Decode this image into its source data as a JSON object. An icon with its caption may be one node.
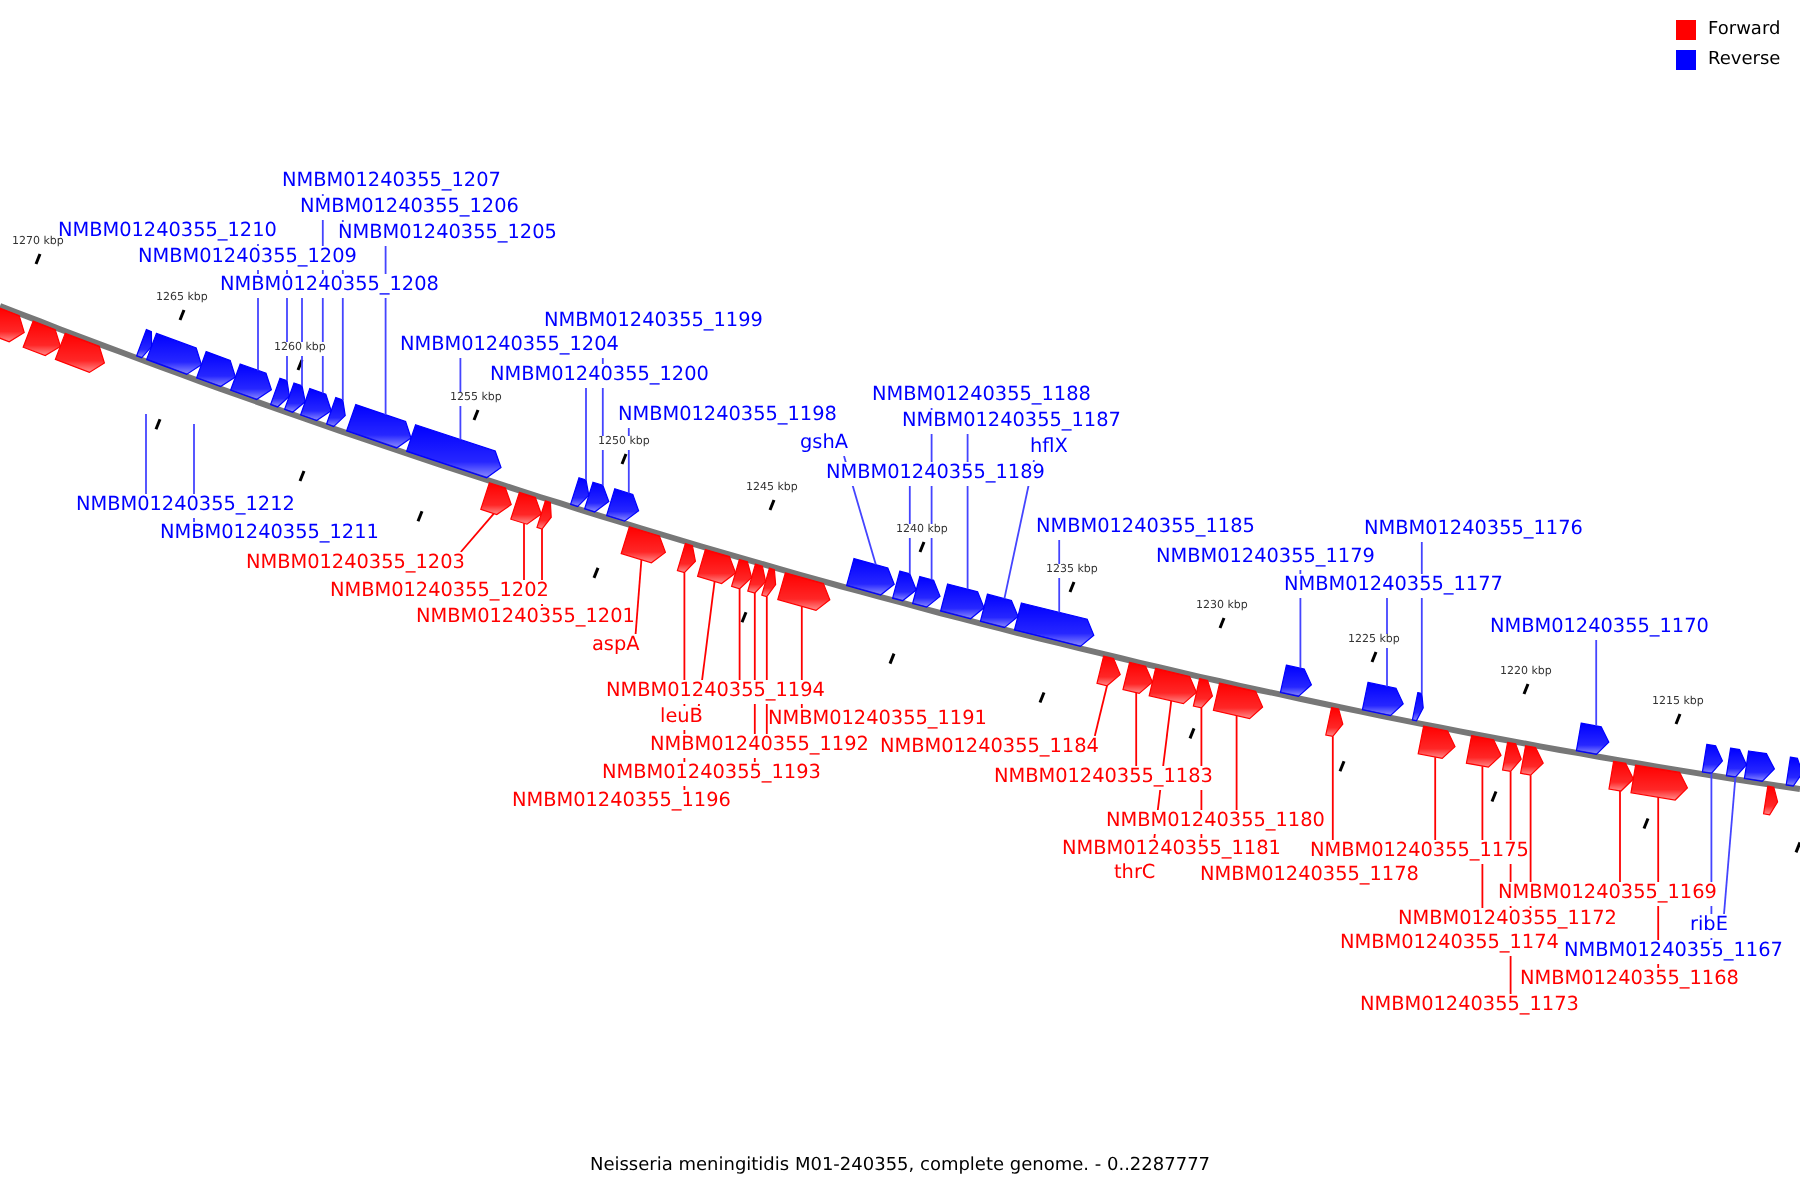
{
  "diagram": {
    "caption": "Neisseria meningitidis M01-240355, complete genome. - 0..2287777",
    "nodes": [
      {
        "text": [
          "NMBM01240355_1207"
        ]
      },
      {
        "text": [
          "NMBM01240355_1206"
        ]
      },
      {
        "text": [
          "NMBM01240355_1210"
        ]
      },
      {
        "text": [
          "NMBM01240355_1205"
        ]
      },
      {
        "text": [
          "NMBM01240355_1209"
        ]
      },
      {
        "text": [
          "NMBM01240355_1208"
        ]
      },
      {
        "text": [
          "NMBM01240355_1199"
        ]
      },
      {
        "text": [
          "NMBM01240355_1204"
        ]
      },
      {
        "text": [
          "NMBM01240355_1200"
        ]
      },
      {
        "text": [
          "NMBM01240355_1188"
        ]
      },
      {
        "text": [
          "NMBM01240355_1198"
        ]
      },
      {
        "text": [
          "NMBM01240355_1187"
        ]
      },
      {
        "text": [
          "gshA"
        ]
      },
      {
        "text": [
          "hflX"
        ]
      },
      {
        "text": [
          "NMBM01240355_1189"
        ]
      },
      {
        "text": [
          "NMBM01240355_1212"
        ]
      },
      {
        "text": [
          "NMBM01240355_1185"
        ]
      },
      {
        "text": [
          "NMBM01240355_1176"
        ]
      },
      {
        "text": [
          "NMBM01240355_1211"
        ]
      },
      {
        "text": [
          "NMBM01240355_1179"
        ]
      },
      {
        "text": [
          "NMBM01240355_1203"
        ]
      },
      {
        "text": [
          "NMBM01240355_1177"
        ]
      },
      {
        "text": [
          "NMBM01240355_1202"
        ]
      },
      {
        "text": [
          "NMBM01240355_1201"
        ]
      },
      {
        "text": [
          "NMBM01240355_1170"
        ]
      },
      {
        "text": [
          "aspA"
        ]
      },
      {
        "text": [
          "NMBM01240355_1194"
        ]
      },
      {
        "text": [
          "leuB"
        ]
      },
      {
        "text": [
          "NMBM01240355_1191"
        ]
      },
      {
        "text": [
          "NMBM01240355_1184"
        ]
      },
      {
        "text": [
          "NMBM01240355_1192"
        ]
      },
      {
        "text": [
          "NMBM01240355_1193"
        ]
      },
      {
        "text": [
          "NMBM01240355_1183"
        ]
      },
      {
        "text": [
          "NMBM01240355_1196"
        ]
      },
      {
        "text": [
          "NMBM01240355_1180"
        ]
      },
      {
        "text": [
          "NMBM01240355_1181"
        ]
      },
      {
        "text": [
          "NMBM01240355_1175"
        ]
      },
      {
        "text": [
          "NMBM01240355_1178"
        ]
      },
      {
        "text": [
          "thrC"
        ]
      },
      {
        "text": [
          "NMBM01240355_1169"
        ]
      },
      {
        "text": [
          "NMBM01240355_1172"
        ]
      },
      {
        "text": [
          "ribE"
        ]
      },
      {
        "text": [
          "NMBM01240355_1174"
        ]
      },
      {
        "text": [
          "NMBM01240355_1167"
        ]
      },
      {
        "text": [
          "NMBM01240355_1168"
        ]
      },
      {
        "text": [
          "NMBM01240355_1173"
        ]
      },
      {
        "text": [],
        "shape": "pentagon"
      },
      {
        "text": [],
        "shape": "pentagon"
      },
      {
        "text": [],
        "shape": "pentagon"
      },
      {
        "text": [],
        "shape": "pentagon"
      },
      {
        "text": [],
        "shape": "pentagon"
      },
      {
        "text": [],
        "shape": "pentagon"
      },
      {
        "text": [],
        "shape": "pentagon"
      },
      {
        "text": [],
        "shape": "pentagon"
      },
      {
        "text": [],
        "shape": "pentagon"
      },
      {
        "text": [],
        "shape": "pentagon"
      },
      {
        "text": [],
        "shape": "pentagon"
      },
      {
        "text": [],
        "shape": "pentagon"
      },
      {
        "text": [],
        "shape": "pentagon"
      },
      {
        "text": [],
        "shape": "pentagon"
      },
      {
        "text": [],
        "shape": "pentagon"
      },
      {
        "text": [],
        "shape": "pentagon"
      },
      {
        "text": [],
        "shape": "pentagon"
      },
      {
        "text": [],
        "shape": "pentagon"
      },
      {
        "text": [],
        "shape": "pentagon"
      },
      {
        "text": [],
        "shape": "pentagon"
      },
      {
        "text": [],
        "shape": "pentagon"
      },
      {
        "text": [],
        "shape": "pentagon"
      },
      {
        "text": [],
        "shape": "pentagon"
      },
      {
        "text": [],
        "shape": "pentagon"
      },
      {
        "text": [],
        "shape": "pentagon"
      },
      {
        "text": [],
        "shape": "pentagon"
      },
      {
        "text": [],
        "shape": "pentagon"
      },
      {
        "text": [],
        "shape": "pentagon"
      },
      {
        "text": [],
        "shape": "pentagon"
      },
      {
        "text": [],
        "shape": "pentagon"
      },
      {
        "text": [],
        "shape": "pentagon"
      },
      {
        "text": [],
        "shape": "pentagon"
      },
      {
        "text": [],
        "shape": "pentagon"
      },
      {
        "text": [],
        "shape": "pentagon"
      },
      {
        "text": [],
        "shape": "pentagon"
      },
      {
        "text": [],
        "shape": "pentagon"
      },
      {
        "text": [],
        "shape": "pentagon"
      },
      {
        "text": [],
        "shape": "pentagon"
      },
      {
        "text": [],
        "shape": "pentagon"
      },
      {
        "text": [],
        "shape": "pentagon"
      },
      {
        "text": [],
        "shape": "pentagon"
      },
      {
        "text": [],
        "shape": "pentagon"
      },
      {
        "text": [],
        "shape": "pentagon"
      },
      {
        "text": [],
        "shape": "pentagon"
      },
      {
        "text": [],
        "shape": "pentagon"
      },
      {
        "text": [],
        "shape": "pentagon"
      },
      {
        "text": [],
        "shape": "pentagon"
      },
      {
        "text": [],
        "shape": "pentagon"
      },
      {
        "text": [],
        "shape": "pentagon"
      },
      {
        "text": [],
        "shape": "pentagon"
      },
      {
        "text": [],
        "shape": "pentagon"
      },
      {
        "text": [],
        "shape": "pentagon"
      },
      {
        "text": [],
        "shape": "pentagon"
      }
    ],
    "edges": [
      {
        "from": 0,
        "to": 55,
        "arrow": "none"
      },
      {
        "from": 1,
        "to": 56,
        "arrow": "none"
      },
      {
        "from": 2,
        "to": 52,
        "arrow": "none"
      },
      {
        "from": 3,
        "to": 57,
        "arrow": "none"
      },
      {
        "from": 4,
        "to": 53,
        "arrow": "none"
      },
      {
        "from": 5,
        "to": 54,
        "arrow": "none"
      },
      {
        "from": 6,
        "to": 63,
        "arrow": "none"
      },
      {
        "from": 7,
        "to": 58,
        "arrow": "none"
      },
      {
        "from": 8,
        "to": 62,
        "arrow": "none"
      },
      {
        "from": 9,
        "to": 74,
        "arrow": "none"
      },
      {
        "from": 10,
        "to": 64,
        "arrow": "none"
      },
      {
        "from": 11,
        "to": 75,
        "arrow": "none"
      },
      {
        "from": 12,
        "to": 72,
        "arrow": "none"
      },
      {
        "from": 13,
        "to": 76,
        "arrow": "none"
      },
      {
        "from": 14,
        "to": 73,
        "arrow": "none"
      },
      {
        "from": 15,
        "to": null,
        "arrow": "none"
      },
      {
        "from": 16,
        "to": 77,
        "arrow": "none"
      },
      {
        "from": 17,
        "to": 86,
        "arrow": "none"
      },
      {
        "from": 18,
        "to": null,
        "arrow": "none"
      },
      {
        "from": 19,
        "to": 83,
        "arrow": "none"
      },
      {
        "from": 20,
        "to": 59,
        "arrow": "none",
        "color": "#ff0000"
      },
      {
        "from": 21,
        "to": 85,
        "arrow": "none"
      },
      {
        "from": 22,
        "to": 60,
        "arrow": "none",
        "color": "#ff0000"
      },
      {
        "from": 23,
        "to": 61,
        "arrow": "none",
        "color": "#ff0000"
      },
      {
        "from": 24,
        "to": 91,
        "arrow": "none"
      },
      {
        "from": 25,
        "to": 65,
        "arrow": "none",
        "color": "#ff0000"
      },
      {
        "from": 26,
        "to": 68,
        "arrow": "none",
        "color": "#ff0000"
      },
      {
        "from": 27,
        "to": 67,
        "arrow": "none",
        "color": "#ff0000"
      },
      {
        "from": 28,
        "to": 71,
        "arrow": "none",
        "color": "#ff0000"
      },
      {
        "from": 29,
        "to": 78,
        "arrow": "none",
        "color": "#ff0000"
      },
      {
        "from": 30,
        "to": 70,
        "arrow": "none",
        "color": "#ff0000"
      },
      {
        "from": 31,
        "to": 69,
        "arrow": "none",
        "color": "#ff0000"
      },
      {
        "from": 32,
        "to": 79,
        "arrow": "none",
        "color": "#ff0000"
      },
      {
        "from": 33,
        "to": 66,
        "arrow": "none",
        "color": "#ff0000"
      },
      {
        "from": 34,
        "to": 82,
        "arrow": "none",
        "color": "#ff0000"
      },
      {
        "from": 35,
        "to": 81,
        "arrow": "none",
        "color": "#ff0000"
      },
      {
        "from": 36,
        "to": 87,
        "arrow": "none",
        "color": "#ff0000"
      },
      {
        "from": 37,
        "to": 84,
        "arrow": "none",
        "color": "#ff0000"
      },
      {
        "from": 38,
        "to": 80,
        "arrow": "none",
        "color": "#ff0000"
      },
      {
        "from": 39,
        "to": 92,
        "arrow": "none",
        "color": "#ff0000"
      },
      {
        "from": 40,
        "to": 90,
        "arrow": "none",
        "color": "#ff0000"
      },
      {
        "from": 41,
        "to": 95,
        "arrow": "none"
      },
      {
        "from": 42,
        "to": 88,
        "arrow": "none",
        "color": "#ff0000"
      },
      {
        "from": 43,
        "to": 94,
        "arrow": "none"
      },
      {
        "from": 44,
        "to": 93,
        "arrow": "none",
        "color": "#ff0000"
      },
      {
        "from": 45,
        "to": 89,
        "arrow": "none",
        "color": "#ff0000"
      }
    ],
    "labels": [
      "1270 kbp",
      "1265 kbp",
      "1260 kbp",
      "1255 kbp",
      "1250 kbp",
      "1245 kbp",
      "1240 kbp",
      "1235 kbp",
      "1230 kbp",
      "1225 kbp",
      "1220 kbp",
      "1215 kbp"
    ],
    "legend": [
      {
        "text": "Forward",
        "color": "#ff0000"
      },
      {
        "text": "Reverse",
        "color": "#0000ff"
      }
    ]
  }
}
